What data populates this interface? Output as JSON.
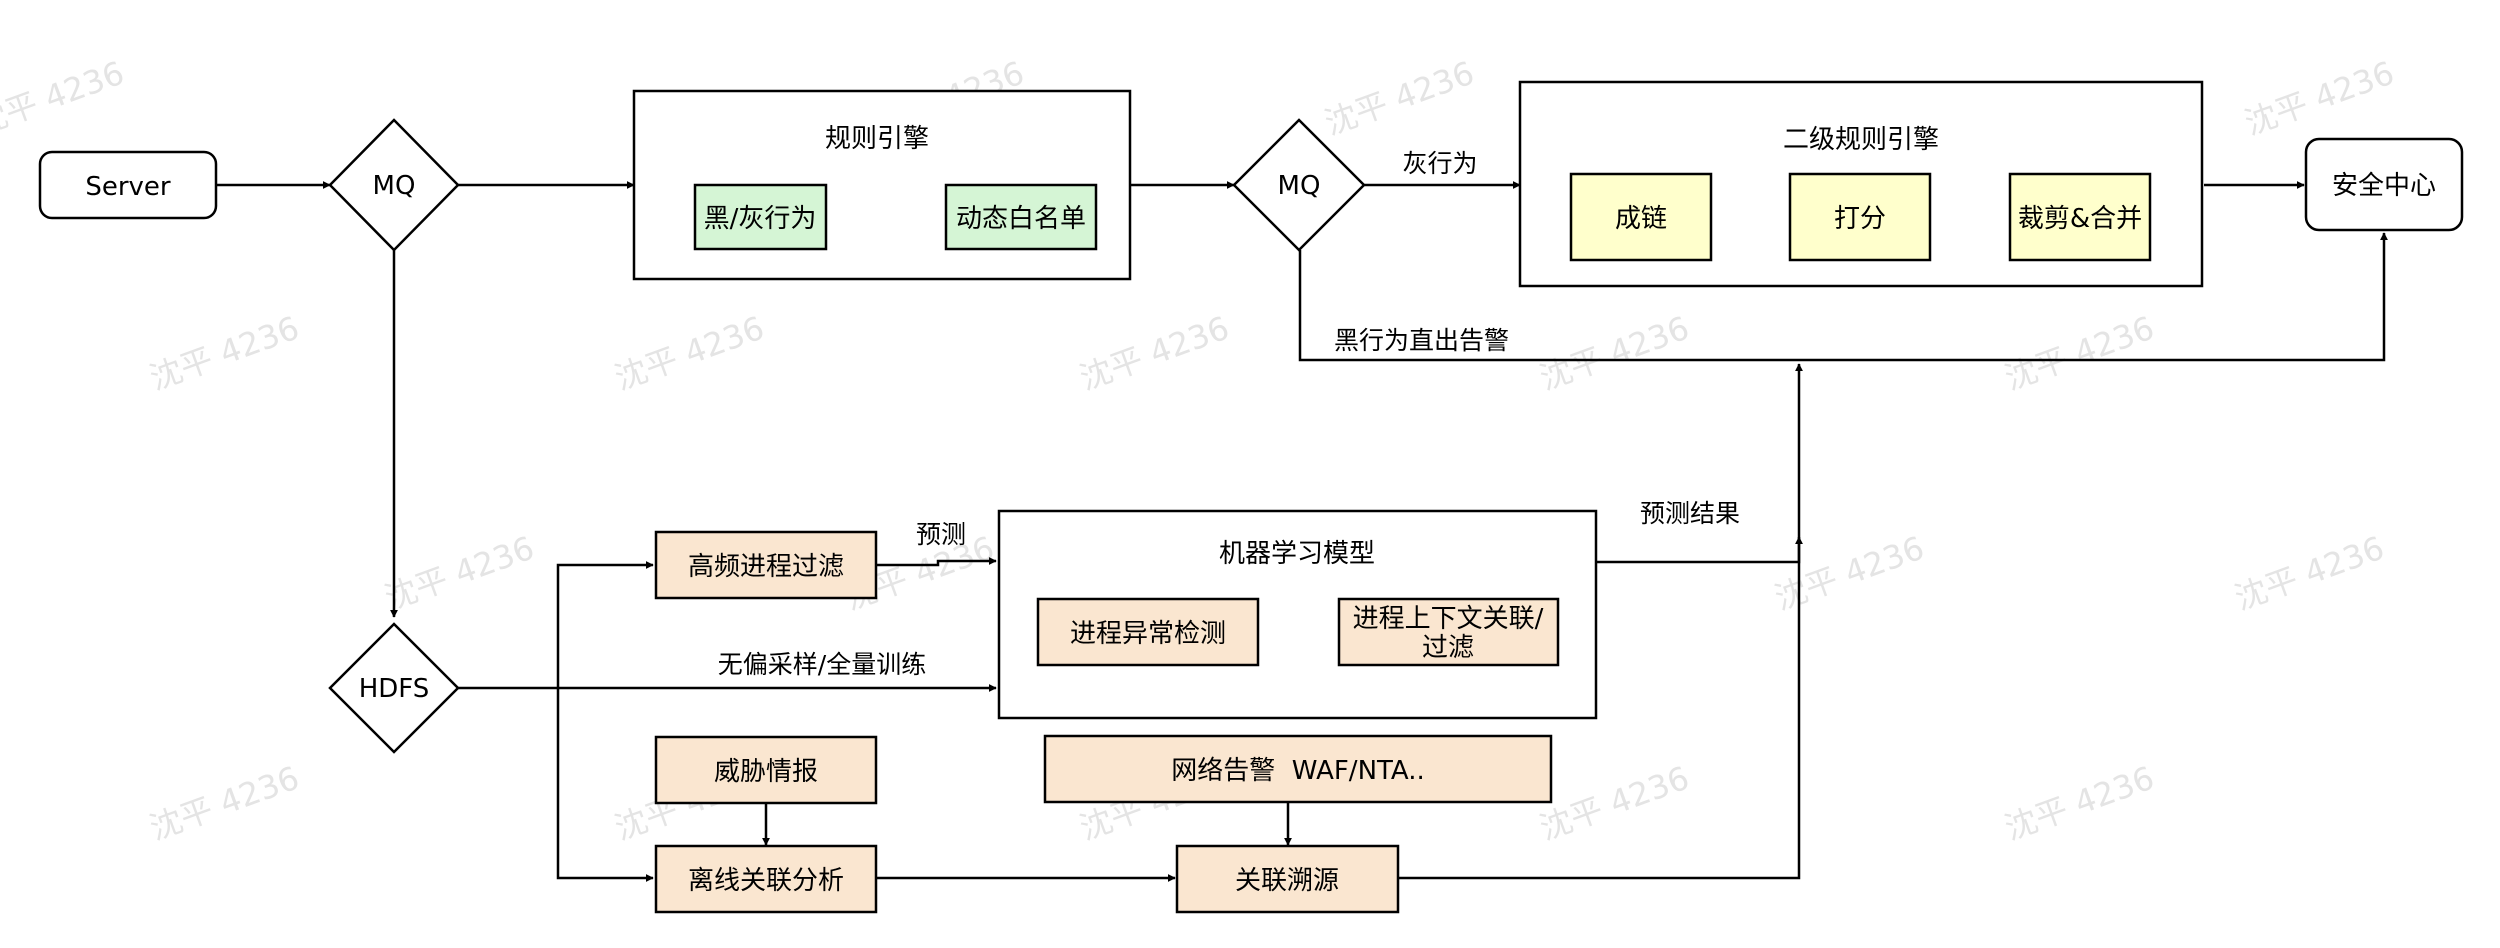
{
  "nodes": {
    "server": "Server",
    "mq1": "MQ",
    "mq2": "MQ",
    "hdfs": "HDFS",
    "rule_engine": {
      "title": "规则引擎",
      "black_gray": "黑/灰行为",
      "dynamic_whitelist": "动态白名单"
    },
    "second_engine": {
      "title": "二级规则引擎",
      "chain": "成链",
      "score": "打分",
      "trim_merge": "裁剪&合并"
    },
    "security_center": "安全中心",
    "hf_filter": "高频进程过滤",
    "ml_model": {
      "title": "机器学习模型",
      "anomaly": "进程异常检测",
      "context_line1": "进程上下文关联/",
      "context_line2": "过滤"
    },
    "threat_intel": "威胁情报",
    "offline": "离线关联分析",
    "net_alert": "网络告警  WAF/NTA..",
    "trace": "关联溯源"
  },
  "edge_labels": {
    "gray": "灰行为",
    "black_direct": "黑行为直出告警",
    "predict": "预测",
    "predict_result": "预测结果",
    "unbiased": "无偏采样/全量训练"
  },
  "watermark": "沈平 4236",
  "colors": {
    "green": "#d5f5d5",
    "yellow": "#ffffcc",
    "peach": "#fae6d0",
    "stroke": "#000000"
  }
}
